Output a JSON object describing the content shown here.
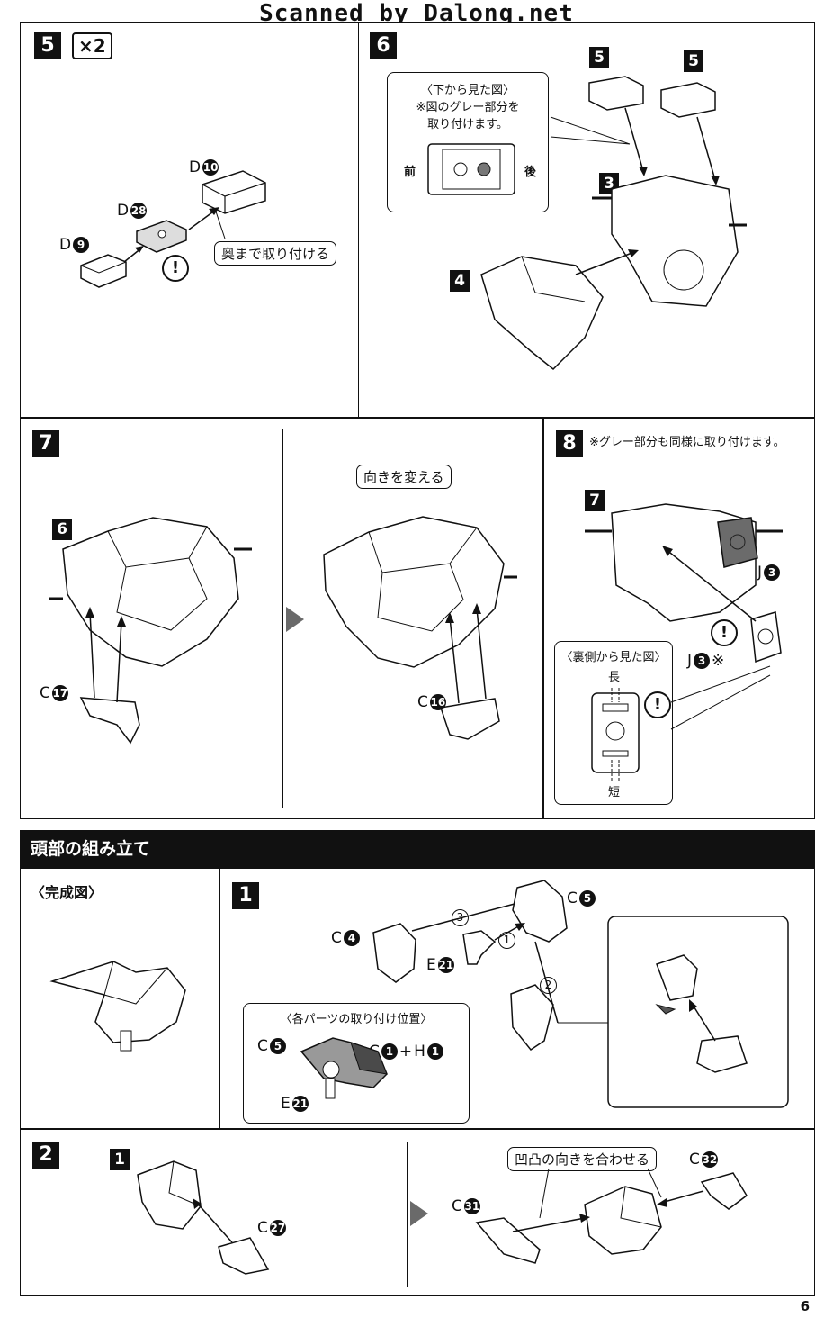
{
  "header": {
    "scan_credit": "Scanned by Dalong.net"
  },
  "page_number": "6",
  "section_title": "頭部の組み立て",
  "steps": {
    "s5": {
      "num": "5",
      "multiplier": "×2",
      "parts": {
        "d10": "D",
        "d10n": "10",
        "d28": "D",
        "d28n": "28",
        "d9": "D",
        "d9n": "9"
      },
      "callout": "奥まで取り付ける"
    },
    "s6": {
      "num": "6",
      "inset_lines": [
        "〈下から見た図〉",
        "※図のグレー部分を",
        "取り付けます。"
      ],
      "front": "前",
      "back": "後",
      "sub": {
        "a": "5",
        "b": "5",
        "c": "3",
        "d": "4"
      }
    },
    "s7": {
      "num": "7",
      "sub": "6",
      "callout": "向きを変える",
      "p1": "C",
      "p1n": "17",
      "p2": "C",
      "p2n": "16"
    },
    "s8": {
      "num": "8",
      "note": "※グレー部分も同様に取り付けます。",
      "sub": "7",
      "p1": "J",
      "p1n": "3",
      "p2": "J",
      "p2n": "3",
      "p2mark": "※",
      "inset_title": "〈裏側から見た図〉",
      "long": "長",
      "short": "短"
    },
    "complete": {
      "label": "〈完成図〉"
    },
    "h1": {
      "num": "1",
      "parts": {
        "c5": "C",
        "c5n": "5",
        "c4": "C",
        "c4n": "4",
        "e21": "E",
        "e21n": "21",
        "h1": "H",
        "h1n": "1",
        "c1": "C",
        "c1n": "1"
      },
      "order": {
        "o1": "1",
        "o2": "2",
        "o3": "3"
      },
      "inset_title": "〈各パーツの取り付け位置〉",
      "inset_parts": {
        "c5": "C",
        "c5n": "5",
        "c1": "C",
        "c1n": "1",
        "plus": "+",
        "h1": "H",
        "h1n": "1",
        "e21": "E",
        "e21n": "21"
      }
    },
    "h2": {
      "num": "2",
      "sub": "1",
      "p1": "C",
      "p1n": "27",
      "p2": "C",
      "p2n": "31",
      "p3": "C",
      "p3n": "32",
      "callout": "凹凸の向きを合わせる"
    }
  }
}
